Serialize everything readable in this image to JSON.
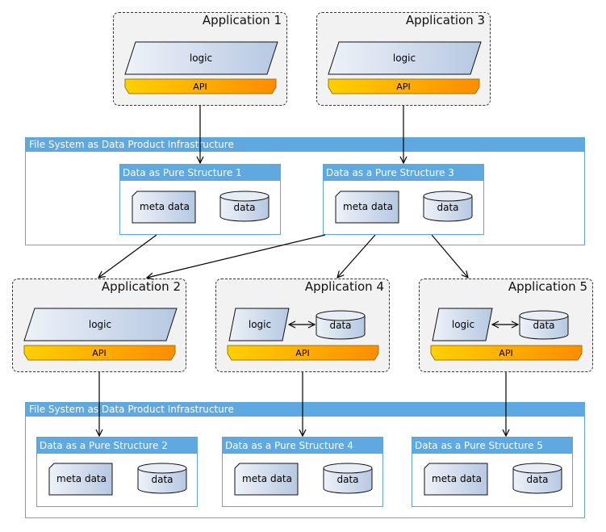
{
  "apps": [
    {
      "id": "app1",
      "title": "Application 1",
      "logic": "logic",
      "api": "API"
    },
    {
      "id": "app3",
      "title": "Application 3",
      "logic": "logic",
      "api": "API"
    },
    {
      "id": "app2",
      "title": "Application 2",
      "logic": "logic",
      "api": "API"
    },
    {
      "id": "app4",
      "title": "Application 4",
      "logic": "logic",
      "data": "data",
      "api": "API"
    },
    {
      "id": "app5",
      "title": "Application 5",
      "logic": "logic",
      "data": "data",
      "api": "API"
    }
  ],
  "infra": [
    {
      "title": "File System as Data Product Infrastructure"
    },
    {
      "title": "File System as Data Product Infrastructure"
    }
  ],
  "structures": [
    {
      "title": "Data as Pure Structure 1",
      "meta": "meta data",
      "data": "data"
    },
    {
      "title": "Data as a Pure Structure 3",
      "meta": "meta data",
      "data": "data"
    },
    {
      "title": "Data as a Pure Structure 2",
      "meta": "meta data",
      "data": "data"
    },
    {
      "title": "Data as a Pure Structure 4",
      "meta": "meta data",
      "data": "data"
    },
    {
      "title": "Data as a Pure Structure 5",
      "meta": "meta data",
      "data": "data"
    }
  ],
  "colors": {
    "infra_header": "#5fa9e0",
    "api_gradient_start": "#ffd000",
    "api_gradient_end": "#ff8c00",
    "shape_gradient_start": "#eef2f8",
    "shape_gradient_end": "#b6c8e2"
  }
}
